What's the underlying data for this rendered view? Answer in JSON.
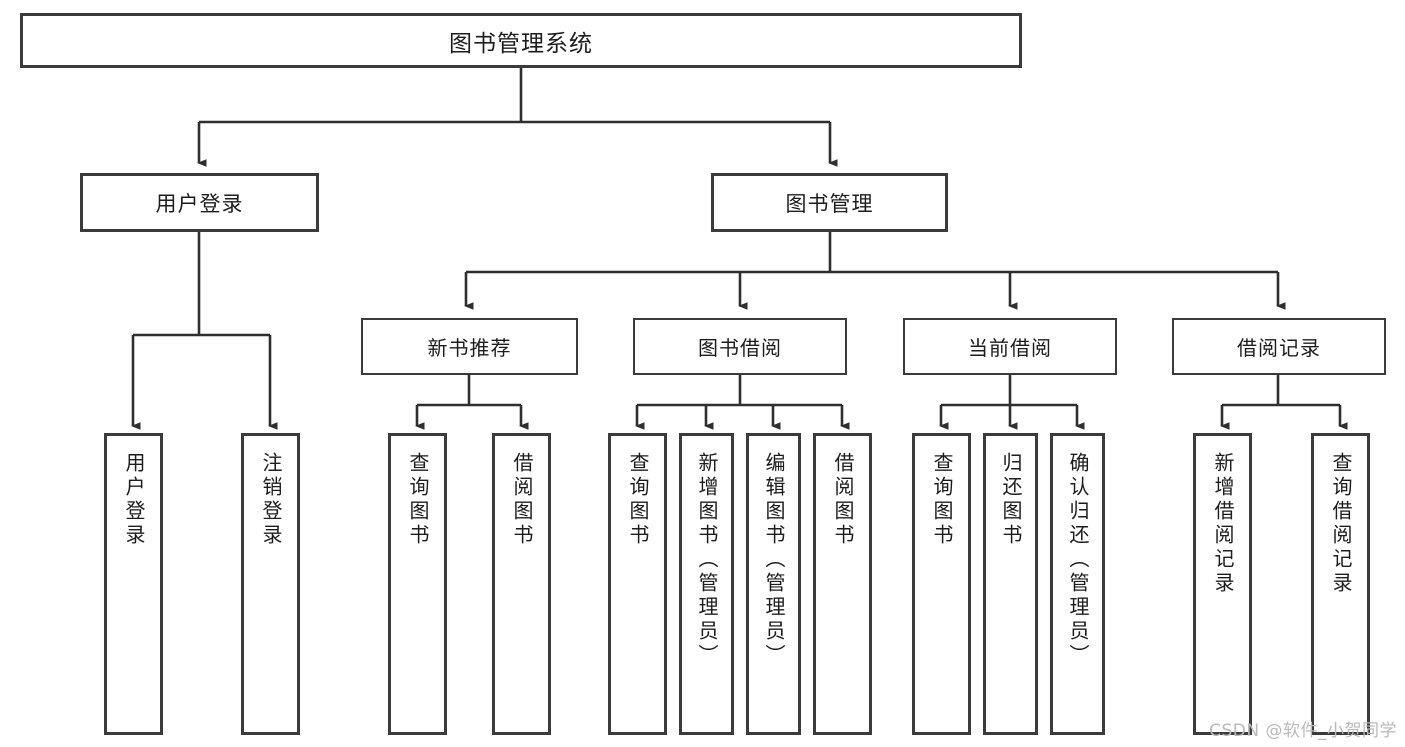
{
  "diagram": {
    "type": "tree-hierarchy",
    "title": "图书管理系统",
    "root": {
      "label": "图书管理系统"
    },
    "level1": [
      {
        "id": "user-login",
        "label": "用户登录"
      },
      {
        "id": "book-management",
        "label": "图书管理"
      }
    ],
    "level2": [
      {
        "id": "new-book-recommend",
        "label": "新书推荐"
      },
      {
        "id": "book-borrow",
        "label": "图书借阅"
      },
      {
        "id": "current-borrow",
        "label": "当前借阅"
      },
      {
        "id": "borrow-record",
        "label": "借阅记录"
      }
    ],
    "leaves": {
      "user_login": [
        {
          "id": "leaf-user-login",
          "label": "用户登录"
        },
        {
          "id": "leaf-logout-login",
          "label": "注销登录"
        }
      ],
      "new_book_recommend": [
        {
          "id": "leaf-query-book-1",
          "label": "查询图书"
        },
        {
          "id": "leaf-borrow-book-1",
          "label": "借阅图书"
        }
      ],
      "book_borrow": [
        {
          "id": "leaf-query-book-2",
          "label": "查询图书"
        },
        {
          "id": "leaf-add-book",
          "label": "新增图书（管理员）"
        },
        {
          "id": "leaf-edit-book",
          "label": "编辑图书（管理员）"
        },
        {
          "id": "leaf-borrow-book-2",
          "label": "借阅图书"
        }
      ],
      "current_borrow": [
        {
          "id": "leaf-query-book-3",
          "label": "查询图书"
        },
        {
          "id": "leaf-return-book",
          "label": "归还图书"
        },
        {
          "id": "leaf-confirm-return",
          "label": "确认归还（管理员）"
        }
      ],
      "borrow_record": [
        {
          "id": "leaf-add-record",
          "label": "新增借阅记录"
        },
        {
          "id": "leaf-query-record",
          "label": "查询借阅记录"
        }
      ]
    }
  },
  "watermark": {
    "text": "CSDN @软件_小贺同学"
  },
  "colors": {
    "border": "#3b3b3b",
    "background": "#ffffff",
    "text": "#1d1d1d",
    "watermark": "#b9b9b9"
  }
}
